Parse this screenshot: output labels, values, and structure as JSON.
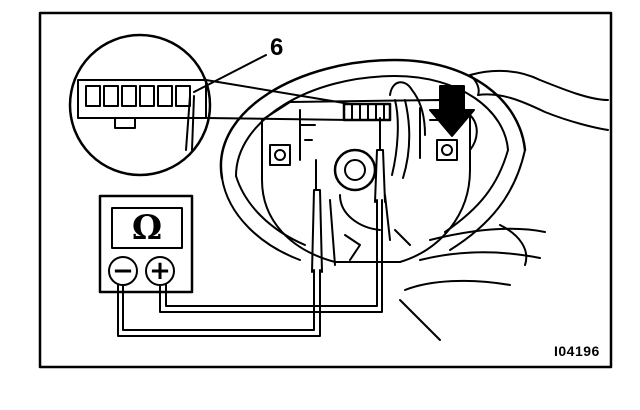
{
  "labels": {
    "callout": "6",
    "figure_id": "I04196"
  },
  "ohmmeter": {
    "unit_symbol": "Ω",
    "negative_terminal": "−",
    "positive_terminal": "+"
  }
}
